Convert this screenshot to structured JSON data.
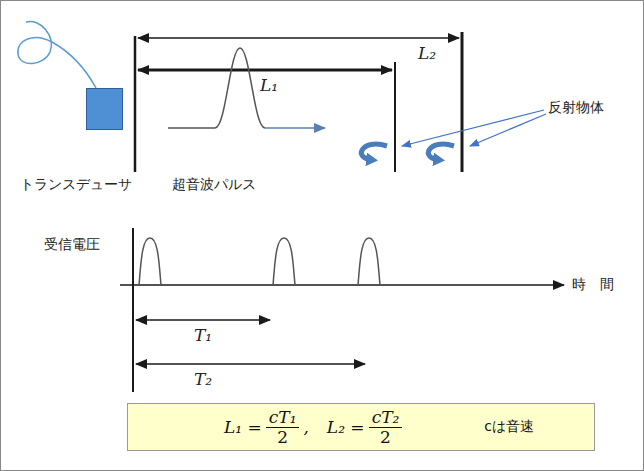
{
  "diagram": {
    "nodes": [
      {
        "text": [
          "トランスデューサ"
        ]
      },
      {
        "text": [
          "L₁ =",
          "cT₁",
          "2",
          ",",
          "L₂ =",
          "cT₂",
          "2",
          "cは音速"
        ]
      }
    ],
    "labels": [
      "L₂",
      "L₁",
      "反射物体",
      "超音波パルス",
      "受信電圧",
      "時　間",
      "T₁",
      "T₂"
    ]
  }
}
